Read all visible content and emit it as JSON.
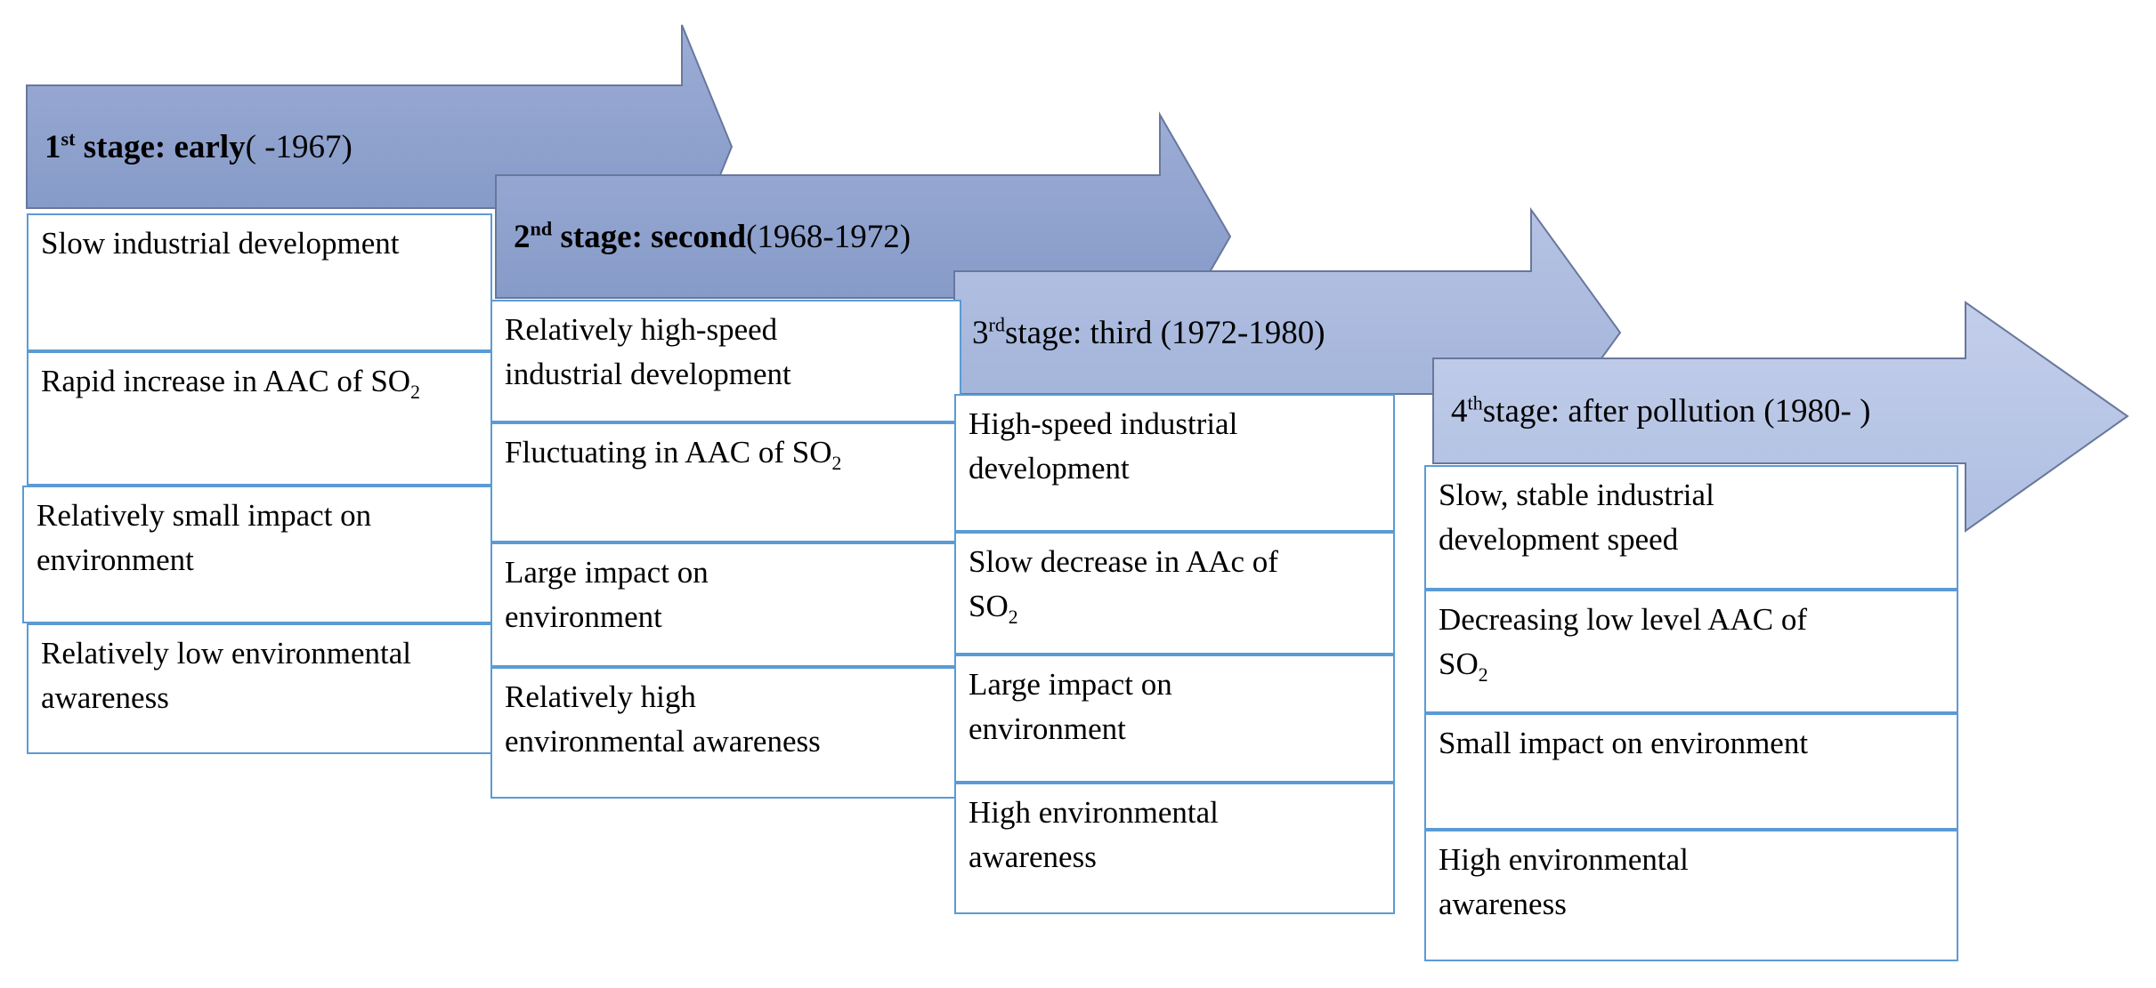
{
  "diagram": {
    "description": "Four-stage staircase arrow flow diagram of industrial development and SO2 pollution stages",
    "colors": {
      "arrow1_top": "#9cadd5",
      "arrow1_bottom": "#8095c5",
      "arrow2_top": "#9cadd5",
      "arrow2_bottom": "#8095c5",
      "arrow3_top": "#b5c2e3",
      "arrow3_bottom": "#9fb1d8",
      "arrow4_top": "#c3ceea",
      "arrow4_bottom": "#afbfe2",
      "arrow_outline": "#68779c",
      "box_border": "#5b9bd5",
      "text": "#000000",
      "background": "#ffffff"
    },
    "stages": [
      {
        "title": {
          "num": "1",
          "ord": "st",
          "main": " stage: early",
          "tail": " ( -1967)"
        },
        "items": [
          {
            "text": "Slow industrial development"
          },
          {
            "text": "Rapid increase in AAC of SO",
            "sub": "2"
          },
          {
            "text": "Relatively small impact on environment"
          },
          {
            "text": "Relatively low environmental awareness"
          }
        ]
      },
      {
        "title": {
          "num": "2",
          "ord": "nd",
          "main": " stage: second",
          "tail": " (1968-1972)"
        },
        "items": [
          {
            "text": "Relatively high-speed industrial development"
          },
          {
            "text": "Fluctuating in AAC of SO",
            "sub": "2"
          },
          {
            "text": "Large impact on environment"
          },
          {
            "text": "Relatively high environmental awareness"
          }
        ]
      },
      {
        "title": {
          "num": "3",
          "ord": "rd",
          "main": "",
          "tail": " stage: third (1972-1980)"
        },
        "items": [
          {
            "text": "High-speed industrial development"
          },
          {
            "text": "Slow decrease in AAc of SO",
            "sub": "2"
          },
          {
            "text": "Large impact on environment"
          },
          {
            "text": "High environmental awareness"
          }
        ]
      },
      {
        "title": {
          "num": "4",
          "ord": "th",
          "main": "",
          "tail": " stage: after pollution (1980- )"
        },
        "items": [
          {
            "text": "Slow, stable industrial development speed"
          },
          {
            "text": "Decreasing low level AAC of SO",
            "sub": "2"
          },
          {
            "text": "Small impact on environment"
          },
          {
            "text": "High environmental awareness"
          }
        ]
      }
    ]
  }
}
